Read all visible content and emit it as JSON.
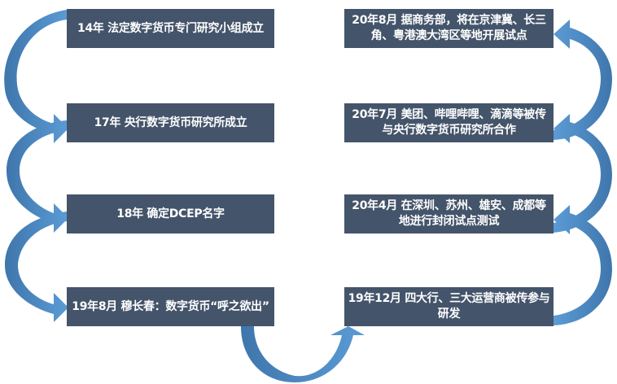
{
  "diagram": {
    "type": "timeline-flow",
    "colors": {
      "box_fill": "#44546a",
      "box_text": "#ffffff",
      "arrow_light": "#5b9bd5",
      "arrow_dark": "#3f76ac"
    },
    "left_column": [
      {
        "id": "s1",
        "text": "14年 法定数字货币专门研究小组成立"
      },
      {
        "id": "s2",
        "text": "17年 央行数字货币研究所成立"
      },
      {
        "id": "s3",
        "text": "18年 确定DCEP名字"
      },
      {
        "id": "s4",
        "text": "19年8月 穆长春：数字货币“呼之欲出”"
      }
    ],
    "right_column": [
      {
        "id": "s5",
        "text": "19年12月 四大行、三大运营商被传参与研发"
      },
      {
        "id": "s6",
        "text": "20年4月 在深圳、苏州、雄安、成都等地进行封闭试点测试"
      },
      {
        "id": "s7",
        "text": "20年7月 美团、哔哩哔哩、滴滴等被传与央行数字货币研究所合作"
      },
      {
        "id": "s8",
        "text": "20年8月 据商务部，将在京津冀、长三角、粤港澳大湾区等地开展试点"
      }
    ],
    "flow_order": [
      "s1",
      "s2",
      "s3",
      "s4",
      "s5",
      "s6",
      "s7",
      "s8"
    ]
  }
}
